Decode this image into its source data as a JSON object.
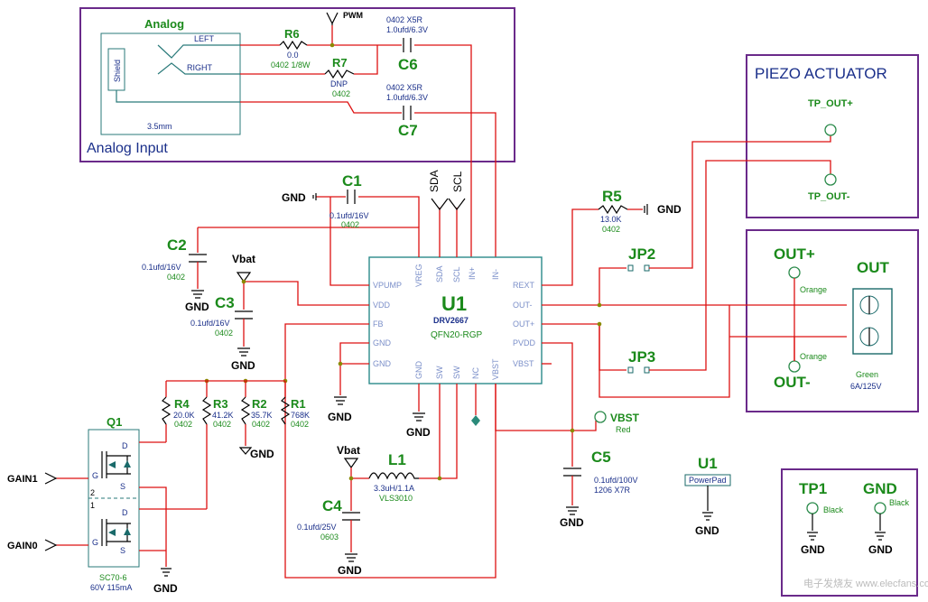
{
  "analog_block": {
    "title": "Analog Input",
    "jack_title": "Analog",
    "shield": "Shield",
    "left": "LEFT",
    "right": "RIGHT",
    "jack_size": "3.5mm",
    "pwm": "PWM"
  },
  "r6": {
    "ref": "R6",
    "value": "0.0",
    "pkg": "0402 1/8W"
  },
  "r7": {
    "ref": "R7",
    "value": "DNP",
    "pkg": "0402"
  },
  "c6": {
    "ref": "C6",
    "pkg": "0402  X5R",
    "value": "1.0ufd/6.3V"
  },
  "c7": {
    "ref": "C7",
    "pkg": "0402  X5R",
    "value": "1.0ufd/6.3V"
  },
  "c1": {
    "ref": "C1",
    "value": "0.1ufd/16V",
    "pkg": "0402"
  },
  "c2": {
    "ref": "C2",
    "value": "0.1ufd/16V",
    "pkg": "0402"
  },
  "c3": {
    "ref": "C3",
    "value": "0.1ufd/16V",
    "pkg": "0402"
  },
  "c4": {
    "ref": "C4",
    "value": "0.1ufd/25V",
    "pkg": "0603"
  },
  "c5": {
    "ref": "C5",
    "value": "0.1ufd/100V",
    "pkg": "1206  X7R"
  },
  "r5": {
    "ref": "R5",
    "value": "13.0K",
    "pkg": "0402"
  },
  "r1": {
    "ref": "R1",
    "value": "768K",
    "pkg": "0402"
  },
  "r2": {
    "ref": "R2",
    "value": "35.7K",
    "pkg": "0402"
  },
  "r3": {
    "ref": "R3",
    "value": "41.2K",
    "pkg": "0402"
  },
  "r4": {
    "ref": "R4",
    "value": "20.0K",
    "pkg": "0402"
  },
  "l1": {
    "ref": "L1",
    "value": "3.3uH/1.1A",
    "pkg": "VLS3010"
  },
  "jp2": "JP2",
  "jp3": "JP3",
  "gnd": "GND",
  "vbat": "Vbat",
  "sda": "SDA",
  "scl": "SCL",
  "u1": {
    "ref": "U1",
    "part": "DRV2667",
    "pkg": "QFN20-RGP",
    "pins_left": [
      "VPUMP",
      "VDD",
      "FB",
      "GND",
      "GND"
    ],
    "pins_right": [
      "REXT",
      "OUT-",
      "OUT+",
      "PVDD",
      "VBST"
    ],
    "pins_top": [
      "VREG",
      "SDA",
      "SCL",
      "IN+",
      "IN-"
    ],
    "pins_bottom": [
      "GND",
      "SW",
      "SW",
      "NC",
      "VBST"
    ]
  },
  "powerpad": {
    "ref": "U1",
    "label": "PowerPad"
  },
  "vbst_tp": {
    "name": "VBST",
    "color": "Red"
  },
  "q1": {
    "ref": "Q1",
    "pkg": "SC70-6",
    "rating": "60V 115mA",
    "pin_d": "D",
    "pin_g": "G",
    "pin_s": "S",
    "ch2": "2",
    "ch1": "1"
  },
  "gain1": "GAIN1",
  "gain0": "GAIN0",
  "piezo": {
    "title": "PIEZO ACTUATOR",
    "tp_pos": "TP_OUT+",
    "tp_neg": "TP_OUT-"
  },
  "out_block": {
    "out_pos": "OUT+",
    "out_neg": "OUT-",
    "out": "OUT",
    "orange1": "Orange",
    "orange2": "Orange",
    "green": "Green",
    "rating": "6A/125V"
  },
  "tp_block": {
    "tp1": "TP1",
    "gnd_tp": "GND",
    "black1": "Black",
    "black2": "Black"
  },
  "watermark": "电子发烧友  www.elecfans.com",
  "colors": {
    "wire": "#dd1111",
    "label_green": "#1b8a1b",
    "label_blue": "#1a2f8a",
    "box_purple": "#6a2a8a",
    "chip_teal": "#2a8a8a"
  }
}
